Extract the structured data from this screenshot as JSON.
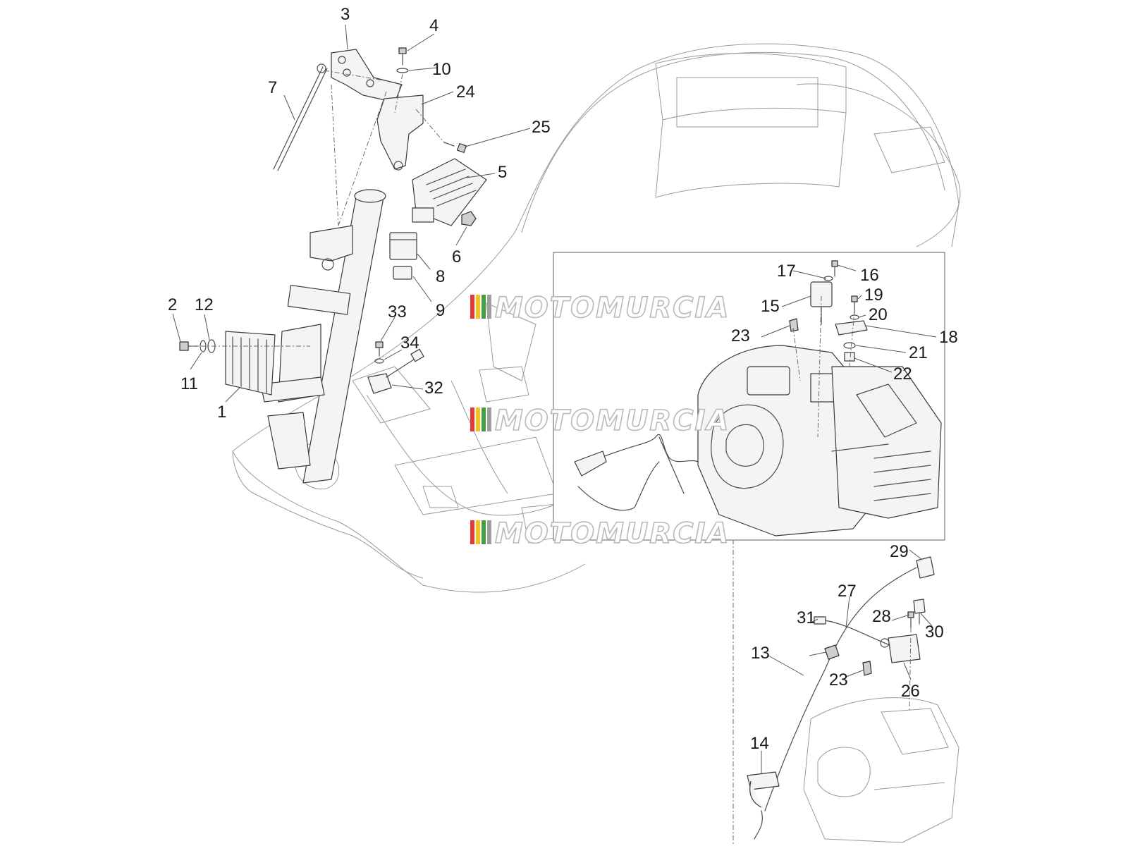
{
  "watermark": {
    "text": "MOTOMURCIA",
    "stripe_colors": [
      "#e53935",
      "#f4c21f",
      "#43a047",
      "#9e9e9e"
    ]
  },
  "callouts": [
    {
      "id": "1",
      "label": "1"
    },
    {
      "id": "2",
      "label": "2"
    },
    {
      "id": "3",
      "label": "3"
    },
    {
      "id": "4",
      "label": "4"
    },
    {
      "id": "5",
      "label": "5"
    },
    {
      "id": "6",
      "label": "6"
    },
    {
      "id": "7",
      "label": "7"
    },
    {
      "id": "8",
      "label": "8"
    },
    {
      "id": "9",
      "label": "9"
    },
    {
      "id": "10",
      "label": "10"
    },
    {
      "id": "11",
      "label": "11"
    },
    {
      "id": "12",
      "label": "12"
    },
    {
      "id": "13",
      "label": "13"
    },
    {
      "id": "14",
      "label": "14"
    },
    {
      "id": "15",
      "label": "15"
    },
    {
      "id": "16",
      "label": "16"
    },
    {
      "id": "17",
      "label": "17"
    },
    {
      "id": "18",
      "label": "18"
    },
    {
      "id": "19",
      "label": "19"
    },
    {
      "id": "20",
      "label": "20"
    },
    {
      "id": "21",
      "label": "21"
    },
    {
      "id": "22",
      "label": "22"
    },
    {
      "id": "23a",
      "label": "23"
    },
    {
      "id": "23b",
      "label": "23"
    },
    {
      "id": "24",
      "label": "24"
    },
    {
      "id": "25",
      "label": "25"
    },
    {
      "id": "26",
      "label": "26"
    },
    {
      "id": "27",
      "label": "27"
    },
    {
      "id": "28",
      "label": "28"
    },
    {
      "id": "29",
      "label": "29"
    },
    {
      "id": "30",
      "label": "30"
    },
    {
      "id": "31",
      "label": "31"
    },
    {
      "id": "32",
      "label": "32"
    },
    {
      "id": "33",
      "label": "33"
    },
    {
      "id": "34",
      "label": "34"
    }
  ]
}
